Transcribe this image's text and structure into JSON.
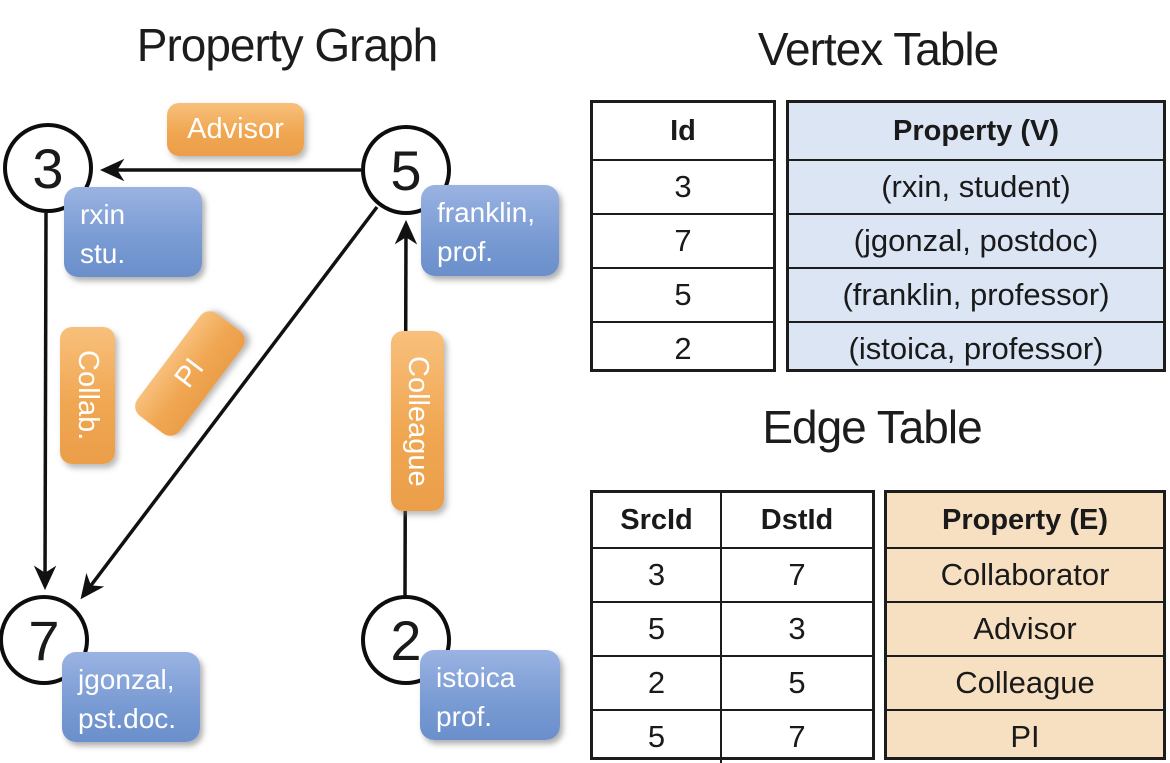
{
  "graph": {
    "title": "Property Graph",
    "nodes": [
      {
        "id": "3"
      },
      {
        "id": "5"
      },
      {
        "id": "7"
      },
      {
        "id": "2"
      }
    ],
    "vertex_labels": {
      "v3": {
        "line1": "rxin",
        "line2": "stu."
      },
      "v5": {
        "line1": "franklin,",
        "line2": "prof."
      },
      "v7": {
        "line1": "jgonzal,",
        "line2": "pst.doc."
      },
      "v2": {
        "line1": "istoica",
        "line2": "prof."
      }
    },
    "edge_labels": {
      "advisor": "Advisor",
      "collab": "Collab.",
      "pi": "PI",
      "colleague": "Colleague"
    }
  },
  "vertex_table": {
    "title": "Vertex Table",
    "columns": {
      "id": "Id",
      "property": "Property (V)"
    },
    "rows": [
      {
        "id": "3",
        "property": "(rxin, student)"
      },
      {
        "id": "7",
        "property": "(jgonzal, postdoc)"
      },
      {
        "id": "5",
        "property": "(franklin, professor)"
      },
      {
        "id": "2",
        "property": "(istoica, professor)"
      }
    ]
  },
  "edge_table": {
    "title": "Edge Table",
    "columns": {
      "src": "SrcId",
      "dst": "DstId",
      "property": "Property (E)"
    },
    "rows": [
      {
        "src": "3",
        "dst": "7",
        "property": "Collaborator"
      },
      {
        "src": "5",
        "dst": "3",
        "property": "Advisor"
      },
      {
        "src": "2",
        "dst": "5",
        "property": "Colleague"
      },
      {
        "src": "5",
        "dst": "7",
        "property": "PI"
      }
    ]
  },
  "colors": {
    "orange_light": "#f8c07c",
    "orange_mid": "#f0a752",
    "orange_dark": "#ec9e49",
    "blue_light": "#9ab3e2",
    "blue_mid": "#7b9cd4",
    "blue_dark": "#6a8fcb",
    "table_blue": "#dbe5f4",
    "table_tan": "#f7dfc2",
    "edge_stroke": "#111111"
  }
}
